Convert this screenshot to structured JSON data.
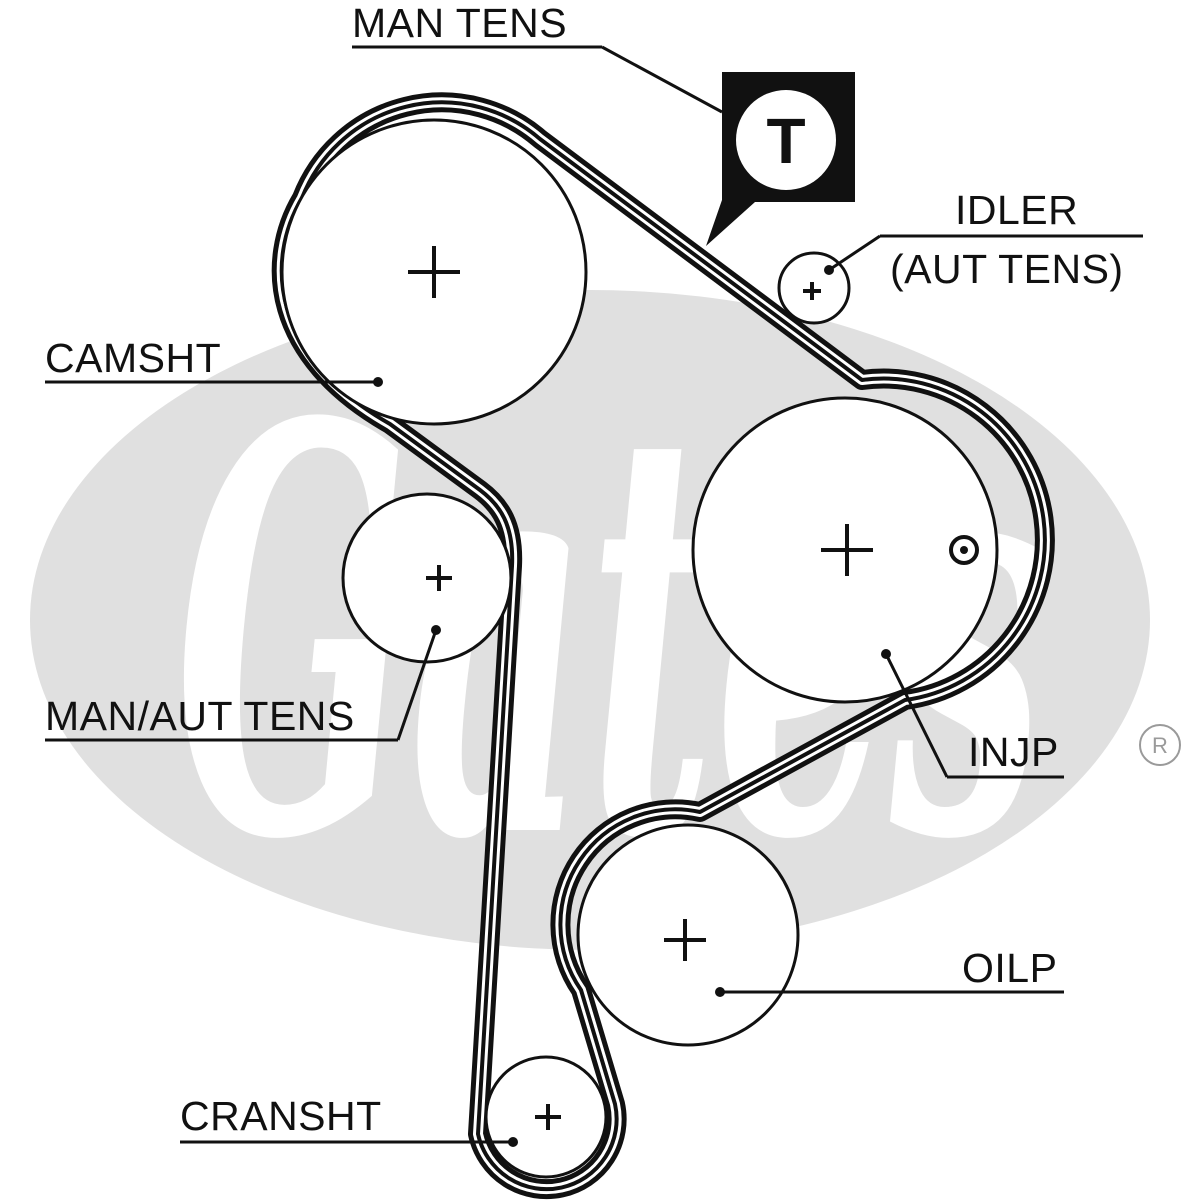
{
  "brand": {
    "logo_text": "Gates",
    "registered_mark": "R",
    "logo_color": "#e0e0e0"
  },
  "colors": {
    "belt": "#111111",
    "pulley_outline": "#111111",
    "background": "#ffffff"
  },
  "tensioner_badge": {
    "letter": "T"
  },
  "labels": {
    "man_tens": "MAN TENS",
    "idler_line1": "IDLER",
    "idler_line2": "(AUT TENS)",
    "camsht": "CAMSHT",
    "man_aut_tens": "MAN/AUT TENS",
    "injp": "INJP",
    "oilp": "OILP",
    "cransht": "CRANSHT"
  },
  "components": [
    {
      "id": "camsht",
      "label_key": "camsht",
      "icon": "plus-center-mark"
    },
    {
      "id": "idler",
      "label_key": "idler_line1",
      "icon": "plus-center-mark"
    },
    {
      "id": "man_aut_tens",
      "label_key": "man_aut_tens",
      "icon": "plus-center-mark"
    },
    {
      "id": "injp",
      "label_key": "injp",
      "icon": "plus-center-mark"
    },
    {
      "id": "oilp",
      "label_key": "oilp",
      "icon": "plus-center-mark"
    },
    {
      "id": "cransht",
      "label_key": "cransht",
      "icon": "plus-center-mark"
    }
  ]
}
